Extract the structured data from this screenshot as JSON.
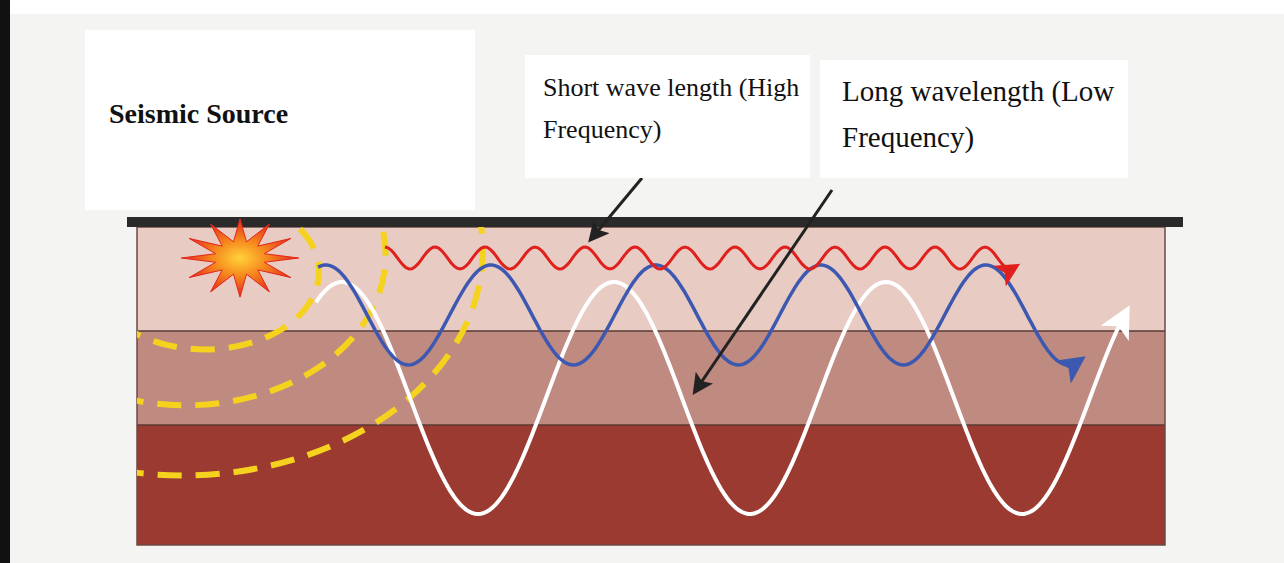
{
  "diagram": {
    "nodes": [
      {
        "text": [
          "Seismic Source"
        ]
      },
      {
        "text": [
          "Short wave length (High Frequency)"
        ]
      },
      {
        "text": [
          "Long wavelength (Low Frequency)"
        ]
      }
    ]
  }
}
